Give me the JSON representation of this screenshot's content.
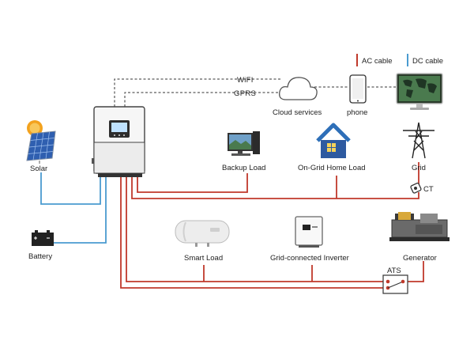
{
  "legend": {
    "ac": {
      "label": "AC cable",
      "color": "#c0392b"
    },
    "dc": {
      "label": "DC cable",
      "color": "#4a9bd0"
    }
  },
  "comm": {
    "wifi": "WiFI",
    "gprs": "GPRS"
  },
  "nodes": {
    "cloud": "Cloud services",
    "phone": "phone",
    "solar": "Solar",
    "battery": "Battery",
    "backup_load": "Backup Load",
    "home_load": "On-Grid Home Load",
    "grid": "Grid",
    "ct": "CT",
    "smart_load": "Smart Load",
    "grid_inverter": "Grid-connected Inverter",
    "generator": "Generator",
    "ats": "ATS"
  },
  "icons": {
    "inverter": "hybrid-inverter-icon",
    "cloud": "cloud-icon",
    "phone": "smartphone-icon",
    "monitor": "monitor-icon",
    "solar": "solar-panel-icon",
    "battery": "battery-icon",
    "backup": "desktop-computer-icon",
    "home": "house-icon",
    "grid": "transmission-tower-icon",
    "ct": "current-transformer-icon",
    "smart_load": "water-heater-icon",
    "grid_inverter": "grid-tie-inverter-icon",
    "generator": "generator-icon"
  }
}
